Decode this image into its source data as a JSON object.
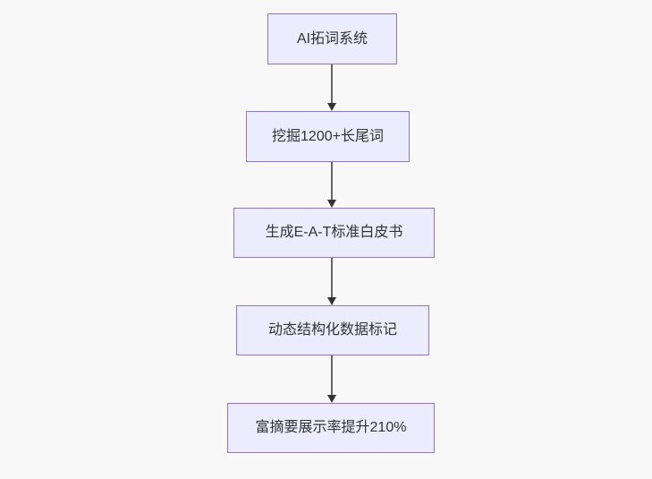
{
  "flow": {
    "type": "flowchart",
    "direction": "top-down",
    "steps": [
      {
        "label": "AI拓词系统"
      },
      {
        "label": "挖掘1200+长尾词"
      },
      {
        "label": "生成E-A-T标准白皮书"
      },
      {
        "label": "动态结构化数据标记"
      },
      {
        "label": "富摘要展示率提升210%"
      }
    ],
    "connections": [
      {
        "from": 0,
        "to": 1
      },
      {
        "from": 1,
        "to": 2
      },
      {
        "from": 2,
        "to": 3
      },
      {
        "from": 3,
        "to": 4
      }
    ]
  },
  "colors": {
    "background": "#f8f8f8",
    "node_fill": "#ececff",
    "node_border": "#9370db",
    "arrow": "#666666",
    "arrow_head": "#333333",
    "text": "#333333"
  }
}
